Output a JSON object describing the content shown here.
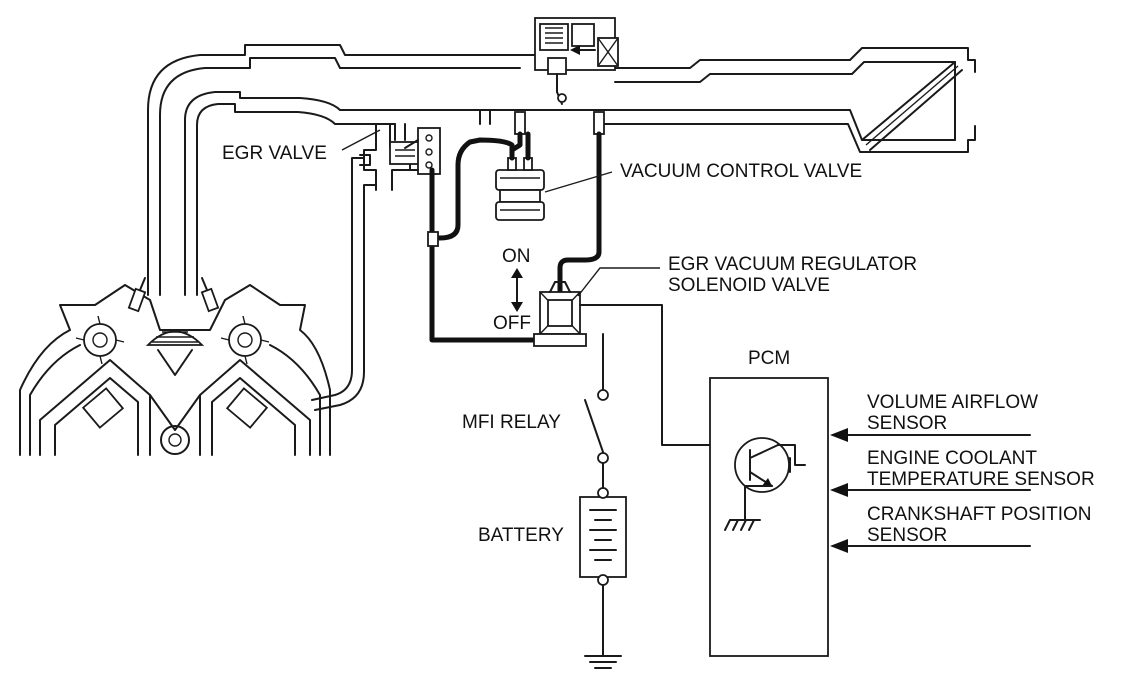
{
  "labels": {
    "egr_valve": "EGR VALVE",
    "vacuum_control_valve": "VACUUM CONTROL VALVE",
    "egr_vacuum_regulator_line1": "EGR VACUUM REGULATOR",
    "egr_vacuum_regulator_line2": "SOLENOID VALVE",
    "on": "ON",
    "off": "OFF",
    "pcm": "PCM",
    "mfi_relay": "MFI RELAY",
    "battery": "BATTERY",
    "volume_airflow_line1": "VOLUME AIRFLOW",
    "volume_airflow_line2": "SENSOR",
    "engine_coolant_line1": "ENGINE COOLANT",
    "engine_coolant_line2": "TEMPERATURE SENSOR",
    "crankshaft_line1": "CRANKSHAFT POSITION",
    "crankshaft_line2": "SENSOR"
  },
  "colors": {
    "ink": "#1a1a1a",
    "background": "#ffffff"
  }
}
